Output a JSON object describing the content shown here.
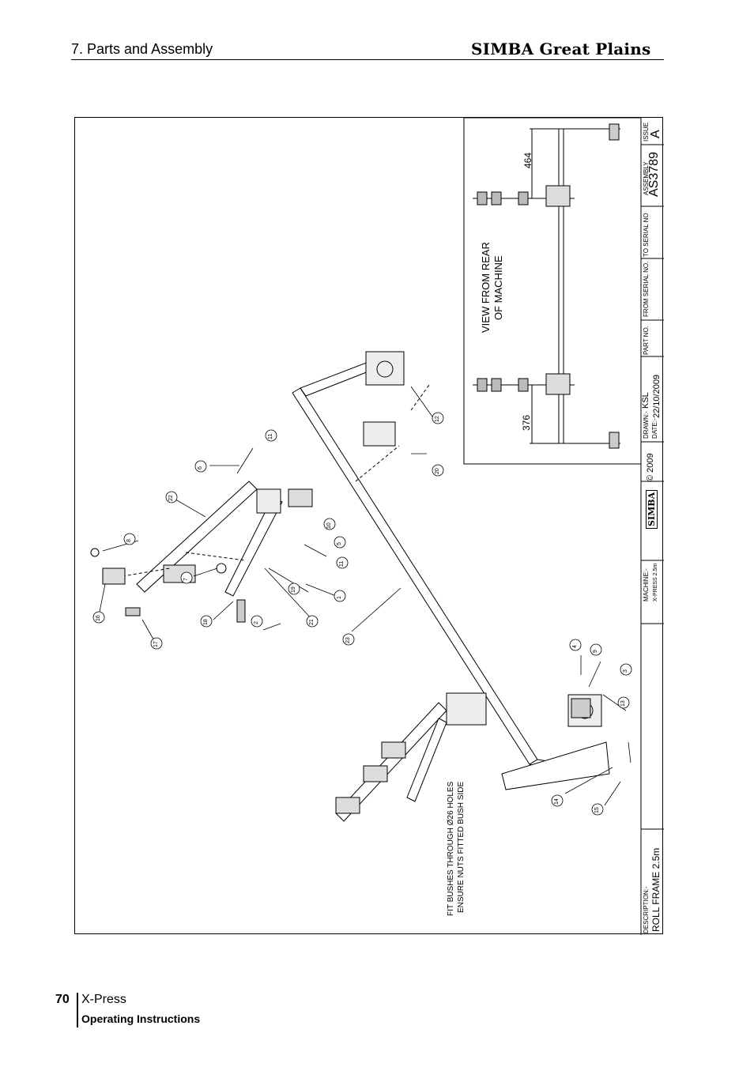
{
  "header": {
    "section_title": "7. Parts and Assembly",
    "brand": "SIMBA Great Plains"
  },
  "drawing": {
    "inset": {
      "view_label_line1": "VIEW FROM REAR",
      "view_label_line2": "OF MACHINE",
      "dim_top": "464",
      "dim_bottom": "376"
    },
    "note_line1": "FIT BUSHES THROUGH Ø26 HOLES",
    "note_line2": "ENSURE NUTS FITTED BUSH SIDE",
    "callouts": [
      "1",
      "2",
      "3",
      "4",
      "5",
      "6",
      "7",
      "8",
      "9",
      "10",
      "11",
      "11",
      "12",
      "13",
      "14",
      "15",
      "16",
      "17",
      "18",
      "19",
      "20",
      "21",
      "22",
      "23"
    ],
    "title_block": {
      "issue_label": "ISSUE",
      "issue_value": "A",
      "assembly_label": "ASSEMBLY",
      "assembly_value": "AS3789",
      "to_serial_label": "TO SERIAL NO",
      "from_serial_label": "FROM SERIAL NO.",
      "part_no_label": "PART NO.",
      "drawn_label": "DRAWN:-",
      "drawn_value": "KSL",
      "date_label": "DATE:-",
      "date_value": "22/10/2009",
      "logo_text": "SIMBA",
      "copyright": "© 2009",
      "machine_label": "MACHINE:-",
      "machine_value": "X-PRESS 2.5m",
      "description_label": "DESCRIPTION:-",
      "description_value": "ROLL FRAME 2.5m"
    }
  },
  "footer": {
    "page_number": "70",
    "product": "X-Press",
    "subtitle": "Operating Instructions"
  }
}
